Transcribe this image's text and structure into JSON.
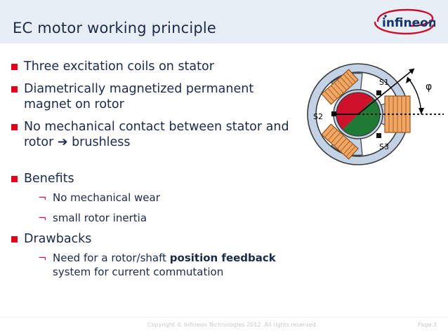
{
  "header": {
    "title": "EC motor working principle",
    "logo_text": "infineon",
    "bg_color": "#e8eef5",
    "title_color": "#1b2a4a",
    "logo_text_color": "#15356e",
    "logo_swoosh_color": "#c8102e"
  },
  "theme": {
    "bullet_color": "#e2001a",
    "sub_bullet_color": "#c2185b",
    "text_color": "#1b2a4a"
  },
  "content": {
    "bullets": [
      {
        "text": "Three excitation coils on stator"
      },
      {
        "text": "Diametrically magnetized permanent magnet on rotor"
      },
      {
        "text_a": "No mechanical contact between stator and rotor ",
        "arrow": "➔",
        "text_b": " brushless"
      },
      {
        "text": "Benefits"
      },
      {
        "text": "Drawbacks"
      }
    ],
    "benefits_subs": [
      {
        "glyph": "¬",
        "text": "No mechanical wear"
      },
      {
        "glyph": "¬",
        "text": "small rotor inertia"
      }
    ],
    "drawbacks_subs": [
      {
        "glyph": "¬",
        "text_a": "Need for a rotor/shaft ",
        "bold": "position feedback",
        "text_b": " system for current commutation"
      }
    ]
  },
  "diagram": {
    "name": "ec-motor-cross-section",
    "labels": {
      "s1": "S1",
      "s2": "S2",
      "s3": "S3",
      "phi": "φ"
    },
    "colors": {
      "stator_ring": "#c3d2e4",
      "stator_outline": "#3a3a3a",
      "coil": "#f0a868",
      "coil_stripe": "#b5651d",
      "rotor_north": "#d0112b",
      "rotor_south": "#1f7a33",
      "sensor": "#111111",
      "axis": "#000000"
    },
    "description": "Three-coil stator with diametrically magnetized two-pole rotor, three hall sensors S1 S2 S3 and rotor angle phi"
  },
  "footer": {
    "copyright": "Copyright © Infineon Technologies 2012. All rights reserved.",
    "page": "Page 3",
    "color": "#c9c9c9"
  }
}
